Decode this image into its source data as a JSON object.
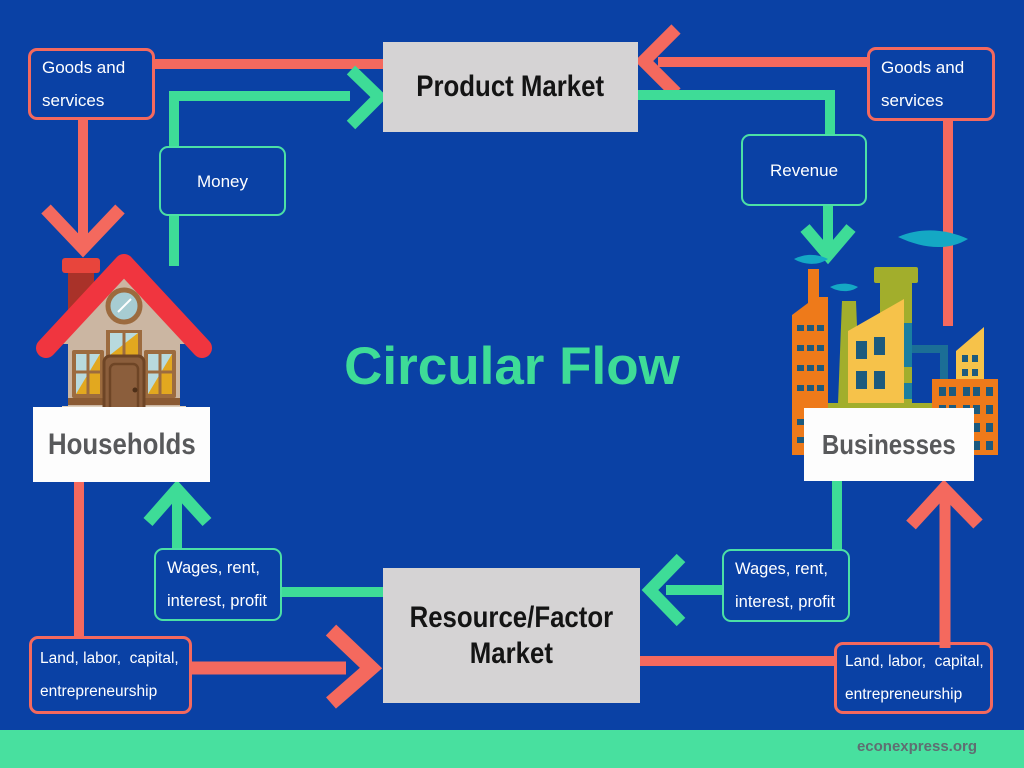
{
  "title": "Circular Flow",
  "markets": {
    "product": "Product Market",
    "resource_line1": "Resource/Factor",
    "resource_line2": "Market"
  },
  "actors": {
    "households": "Households",
    "businesses": "Businesses"
  },
  "flows": {
    "goods_left": {
      "line1": "Goods and",
      "line2": "services"
    },
    "goods_right": {
      "line1": "Goods and",
      "line2": "services"
    },
    "money": "Money",
    "revenue": "Revenue",
    "wages_left": {
      "line1": "Wages, rent,",
      "line2": "interest, profit"
    },
    "wages_right": {
      "line1": "Wages, rent,",
      "line2": "interest, profit"
    },
    "land_left": {
      "line1": "Land, labor,  capital,",
      "line2": "entrepreneurship"
    },
    "land_right": {
      "line1": "Land, labor,  capital,",
      "line2": "entrepreneurship"
    }
  },
  "footer": {
    "site": "econexpress.org"
  },
  "colors": {
    "background": "#0a41a5",
    "salmon_arrow": "#f4695e",
    "green_arrow": "#3edc97",
    "mint_border": "#4ce0a5",
    "market_box": "#d5d3d4",
    "actor_label_bg": "#fdfdfd",
    "actor_label_text": "#58595b",
    "footer_bar": "#48e09f",
    "footer_text": "#5f6e72",
    "title_text": "#3edc97"
  }
}
